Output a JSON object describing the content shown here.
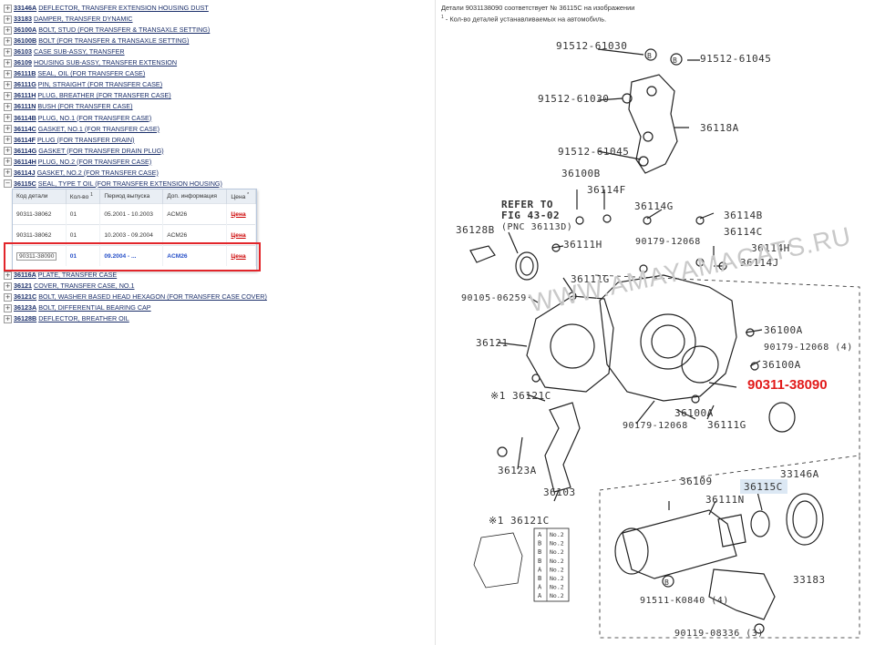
{
  "parts_top": [
    {
      "code": "33146A",
      "name": "DEFLECTOR, TRANSFER EXTENSION HOUSING DUST"
    },
    {
      "code": "33183",
      "name": "DAMPER, TRANSFER DYNAMIC"
    },
    {
      "code": "36100A",
      "name": "BOLT, STUD (FOR TRANSFER & TRANSAXLE SETTING)"
    },
    {
      "code": "36100B",
      "name": "BOLT (FOR TRANSFER & TRANSAXLE SETTING)"
    },
    {
      "code": "36103",
      "name": "CASE SUB-ASSY, TRANSFER"
    },
    {
      "code": "36109",
      "name": "HOUSING SUB-ASSY, TRANSFER EXTENSION"
    },
    {
      "code": "36111B",
      "name": "SEAL, OIL (FOR TRANSFER CASE)"
    },
    {
      "code": "36111G",
      "name": "PIN, STRAIGHT (FOR TRANSFER CASE)"
    },
    {
      "code": "36111H",
      "name": "PLUG, BREATHER (FOR TRANSFER CASE)"
    },
    {
      "code": "36111N",
      "name": "BUSH (FOR TRANSFER CASE)"
    },
    {
      "code": "36114B",
      "name": "PLUG, NO.1 (FOR TRANSFER CASE)"
    },
    {
      "code": "36114C",
      "name": "GASKET, NO.1 (FOR TRANSFER CASE)"
    },
    {
      "code": "36114F",
      "name": "PLUG (FOR TRANSFER DRAIN)"
    },
    {
      "code": "36114G",
      "name": "GASKET (FOR TRANSFER DRAIN PLUG)"
    },
    {
      "code": "36114H",
      "name": "PLUG, NO.2 (FOR TRANSFER CASE)"
    },
    {
      "code": "36114J",
      "name": "GASKET, NO.2 (FOR TRANSFER CASE)"
    },
    {
      "code": "36115C",
      "name": "SEAL, TYPE T OIL (FOR TRANSFER EXTENSION HOUSING)"
    }
  ],
  "parts_bottom": [
    {
      "code": "36116A",
      "name": "PLATE, TRANSFER CASE"
    },
    {
      "code": "36121",
      "name": "COVER, TRANSFER CASE, NO.1"
    },
    {
      "code": "36121C",
      "name": "BOLT, WASHER BASED HEAD HEXAGON (FOR TRANSFER CASE COVER)"
    },
    {
      "code": "36123A",
      "name": "BOLT, DIFFERENTIAL BEARING CAP"
    },
    {
      "code": "36128B",
      "name": "DEFLECTOR, BREATHER OIL"
    }
  ],
  "toggle_plus": "+",
  "toggle_minus": "−",
  "popup": {
    "headers": [
      "Код детали",
      "Кол-во",
      "Период выпуска",
      "Доп. информация",
      "Цена"
    ],
    "header_qty_sup": "1",
    "header_price_sup": "*",
    "rows": [
      {
        "code": "90311-38062",
        "qty": "01",
        "period": "05.2001 - 10.2003",
        "info": "ACM26",
        "price": "Цена"
      },
      {
        "code": "90311-38062",
        "qty": "01",
        "period": "10.2003 - 09.2004",
        "info": "ACM26",
        "price": "Цена"
      },
      {
        "code": "90311-38090",
        "qty": "01",
        "period": "09.2004 - ...",
        "info": "ACM26",
        "price": "Цена"
      }
    ]
  },
  "right_header": {
    "line1": "Детали 9031138090 соответствует № 36115C на изображении",
    "line2_sup": "1",
    "line2": " - Кол-во деталей устанавливаемых на автомобиль."
  },
  "callout": "90311-38090",
  "watermark": "WWW.AMAYAMACATS.RU",
  "diagram_labels": {
    "l1": "91512-61030",
    "l2": "91512-61045",
    "l3": "91512-61030",
    "l4": "36118A",
    "l5": "91512-61045",
    "l6": "36100B",
    "l7": "36114F",
    "l8": "REFER TO",
    "l9": "FIG  43-02",
    "l10": "(PNC 36113D)",
    "l11": "36114G",
    "l12": "36114B",
    "l13": "36114C",
    "l14": "36128B",
    "l15": "36111H",
    "l16": "90179-12068",
    "l17": "36114H",
    "l18": "36114J",
    "l19": "36111G",
    "l20": "90105-06259",
    "l21": "36121",
    "l22": "36100A",
    "l23": "90179-12068 (4)",
    "l24": "36100A",
    "l25": "※1 36121C",
    "l26": "36100A",
    "l27": "90179-12068",
    "l28": "36111G",
    "l29": "36123A",
    "l30": "36103",
    "l31": "36109",
    "l32": "33146A",
    "l33": "36115C",
    "l34": "36111N",
    "l35": "※1 36121C",
    "l36": "91511-K0840 (4)",
    "l37": "33183",
    "l38": "90119-08336 (3)",
    "circle_b": "B"
  },
  "bolt_table": [
    {
      "k": "A",
      "v": "No.2"
    },
    {
      "k": "B",
      "v": "No.2"
    },
    {
      "k": "B",
      "v": "No.2"
    },
    {
      "k": "B",
      "v": "No.2"
    },
    {
      "k": "A",
      "v": "No.2"
    },
    {
      "k": "B",
      "v": "No.2"
    },
    {
      "k": "A",
      "v": "No.2"
    },
    {
      "k": "A",
      "v": "No.2"
    }
  ]
}
